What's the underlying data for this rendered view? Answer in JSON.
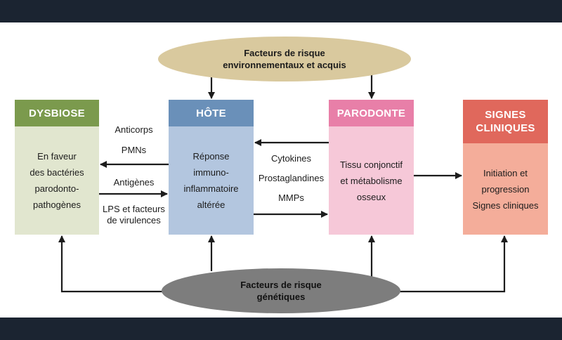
{
  "colors": {
    "dysbiose_head": "#7b9a4d",
    "dysbiose_body": "#e1e6cf",
    "hote_head": "#6a90b9",
    "hote_body": "#b3c6df",
    "parodonte_head": "#e87fa8",
    "parodonte_body": "#f6c8d8",
    "signes_head": "#e0685c",
    "signes_body": "#f4ad9a",
    "ellipse_top": "#d9c99e",
    "ellipse_bottom": "#7d7d7d",
    "arrow": "#1c1c1c"
  },
  "ellipses": {
    "top": "Facteurs de risque\nenvironnementaux et acquis",
    "bottom": "Facteurs de risque\ngénétiques"
  },
  "boxes": {
    "dysbiose": {
      "title": "DYSBIOSE",
      "body": "En faveur\ndes bactéries\nparodonto-\npathogènes"
    },
    "hote": {
      "title": "HÔTE",
      "body": "Réponse\nimmuno-\ninflammatoire\naltérée"
    },
    "parodonte": {
      "title": "PARODONTE",
      "body": "Tissu conjonctif\net métabolisme\nosseux"
    },
    "signes": {
      "title": "SIGNES\nCLINIQUES",
      "body": "Initiation et\nprogression\nSignes cliniques"
    }
  },
  "labels": {
    "anticorps": "Anticorps",
    "pmns": "PMNs",
    "antigenes": "Antigènes",
    "lps": "LPS et facteurs\nde virulences",
    "cytokines": "Cytokines",
    "prostaglandines": "Prostaglandines",
    "mmps": "MMPs"
  }
}
